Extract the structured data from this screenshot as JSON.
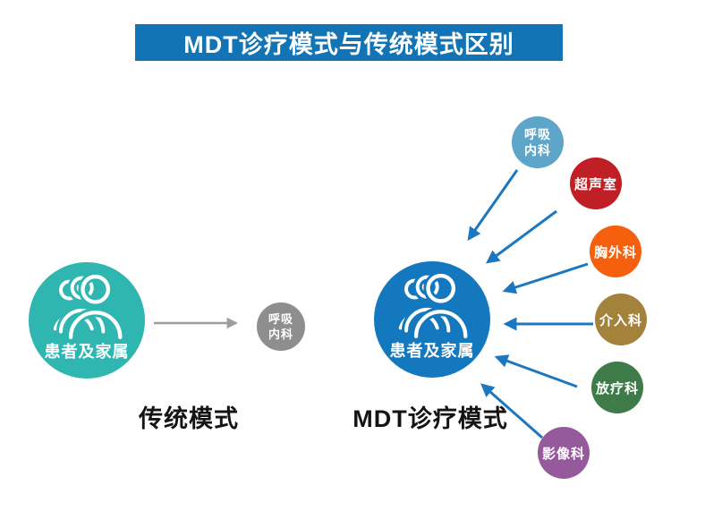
{
  "header": {
    "title": "MDT诊疗模式与传统模式区别",
    "bg_color": "#1274b4",
    "text_color": "#ffffff"
  },
  "traditional": {
    "mode_label": "传统模式",
    "patient": {
      "label": "患者及家属",
      "color": "#2fb6b1"
    },
    "department": {
      "label": "呼吸内科",
      "lines": [
        "呼吸",
        "内科"
      ],
      "color": "#8e8e8e"
    },
    "arrow_color": "#9e9e9e"
  },
  "mdt": {
    "mode_label": "MDT诊疗模式",
    "patient": {
      "label": "患者及家属",
      "color": "#1478be"
    },
    "arrow_color": "#1b77c0",
    "departments": [
      {
        "label": "呼吸内科",
        "lines": [
          "呼吸",
          "内科"
        ],
        "color": "#5ea6c9"
      },
      {
        "label": "超声室",
        "color": "#c02025"
      },
      {
        "label": "胸外科",
        "color": "#f55f0e"
      },
      {
        "label": "介入科",
        "color": "#a3823c"
      },
      {
        "label": "放疗科",
        "color": "#3e7b48"
      },
      {
        "label": "影像科",
        "color": "#955a9c"
      }
    ]
  }
}
